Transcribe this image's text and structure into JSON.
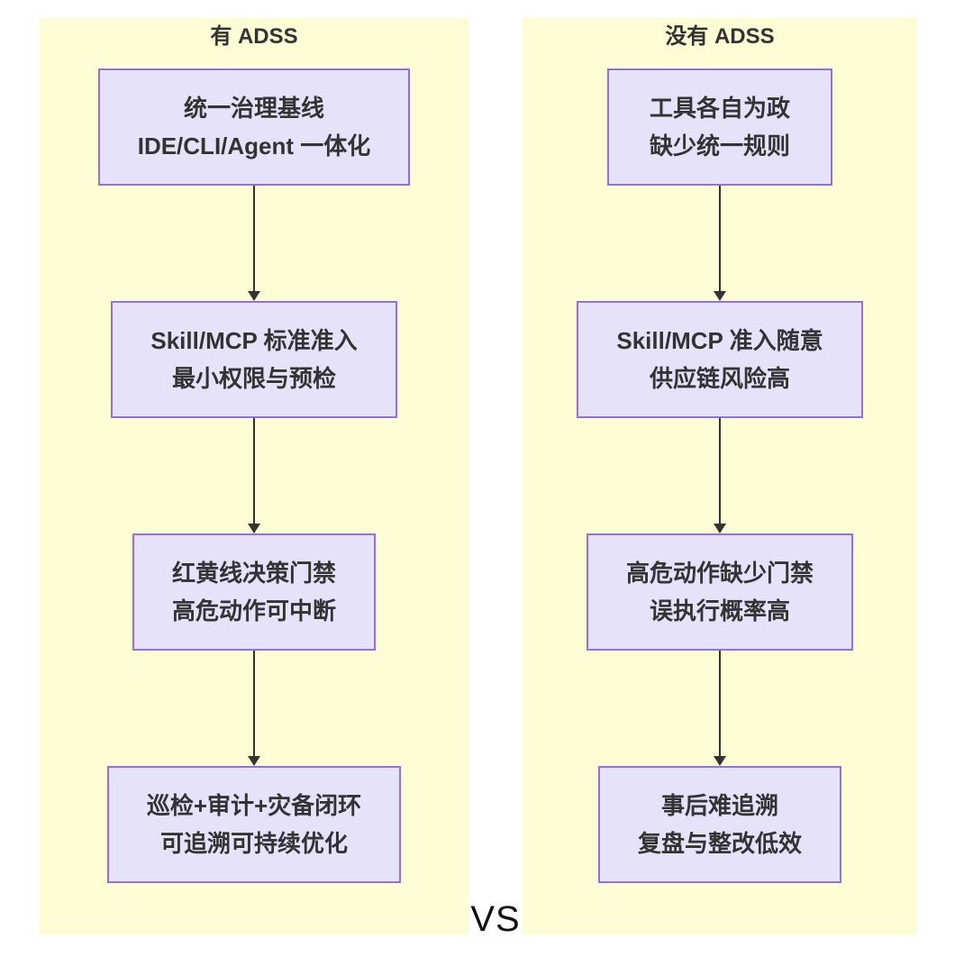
{
  "diagram": {
    "type": "flowchart-comparison",
    "vs_label": "VS",
    "panels": [
      {
        "id": "with-adss",
        "title": "有 ADSS",
        "nodes": [
          {
            "lines": [
              "统一治理基线",
              "IDE/CLI/Agent 一体化"
            ]
          },
          {
            "lines": [
              "Skill/MCP 标准准入",
              "最小权限与预检"
            ]
          },
          {
            "lines": [
              "红黄线决策门禁",
              "高危动作可中断"
            ]
          },
          {
            "lines": [
              "巡检+审计+灾备闭环",
              "可追溯可持续优化"
            ]
          }
        ]
      },
      {
        "id": "without-adss",
        "title": "没有 ADSS",
        "nodes": [
          {
            "lines": [
              "工具各自为政",
              "缺少统一规则"
            ]
          },
          {
            "lines": [
              "Skill/MCP 准入随意",
              "供应链风险高"
            ]
          },
          {
            "lines": [
              "高危动作缺少门禁",
              "误执行概率高"
            ]
          },
          {
            "lines": [
              "事后难追溯",
              "复盘与整改低效"
            ]
          }
        ]
      }
    ]
  },
  "colors": {
    "panel_bg": "#FCFCD5",
    "node_bg": "#E6E2FA",
    "node_border": "#9370DB",
    "text": "#333333",
    "arrow": "#333333",
    "vs_color": "#111111"
  }
}
